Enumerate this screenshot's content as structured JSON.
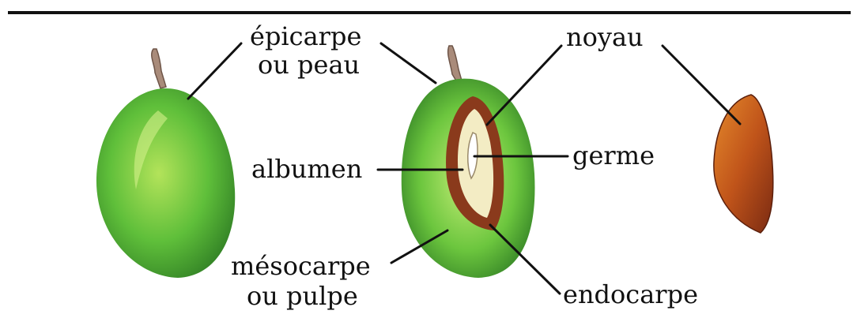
{
  "labels": {
    "epicarpe_line1": "épicarpe",
    "epicarpe_line2": "ou peau",
    "noyau": "noyau",
    "albumen": "albumen",
    "germe": "germe",
    "mesocarpe_line1": "mésocarpe",
    "mesocarpe_line2": "ou pulpe",
    "endocarpe": "endocarpe"
  },
  "colors": {
    "skin_green": "#5fbf3a",
    "skin_dark_green": "#2f7d24",
    "pulp_light": "#b8e86a",
    "stone_brown": "#8a3a1c",
    "seed_cream": "#f3ecc4",
    "kernel_orange": "#c8621e",
    "line": "#111111"
  }
}
